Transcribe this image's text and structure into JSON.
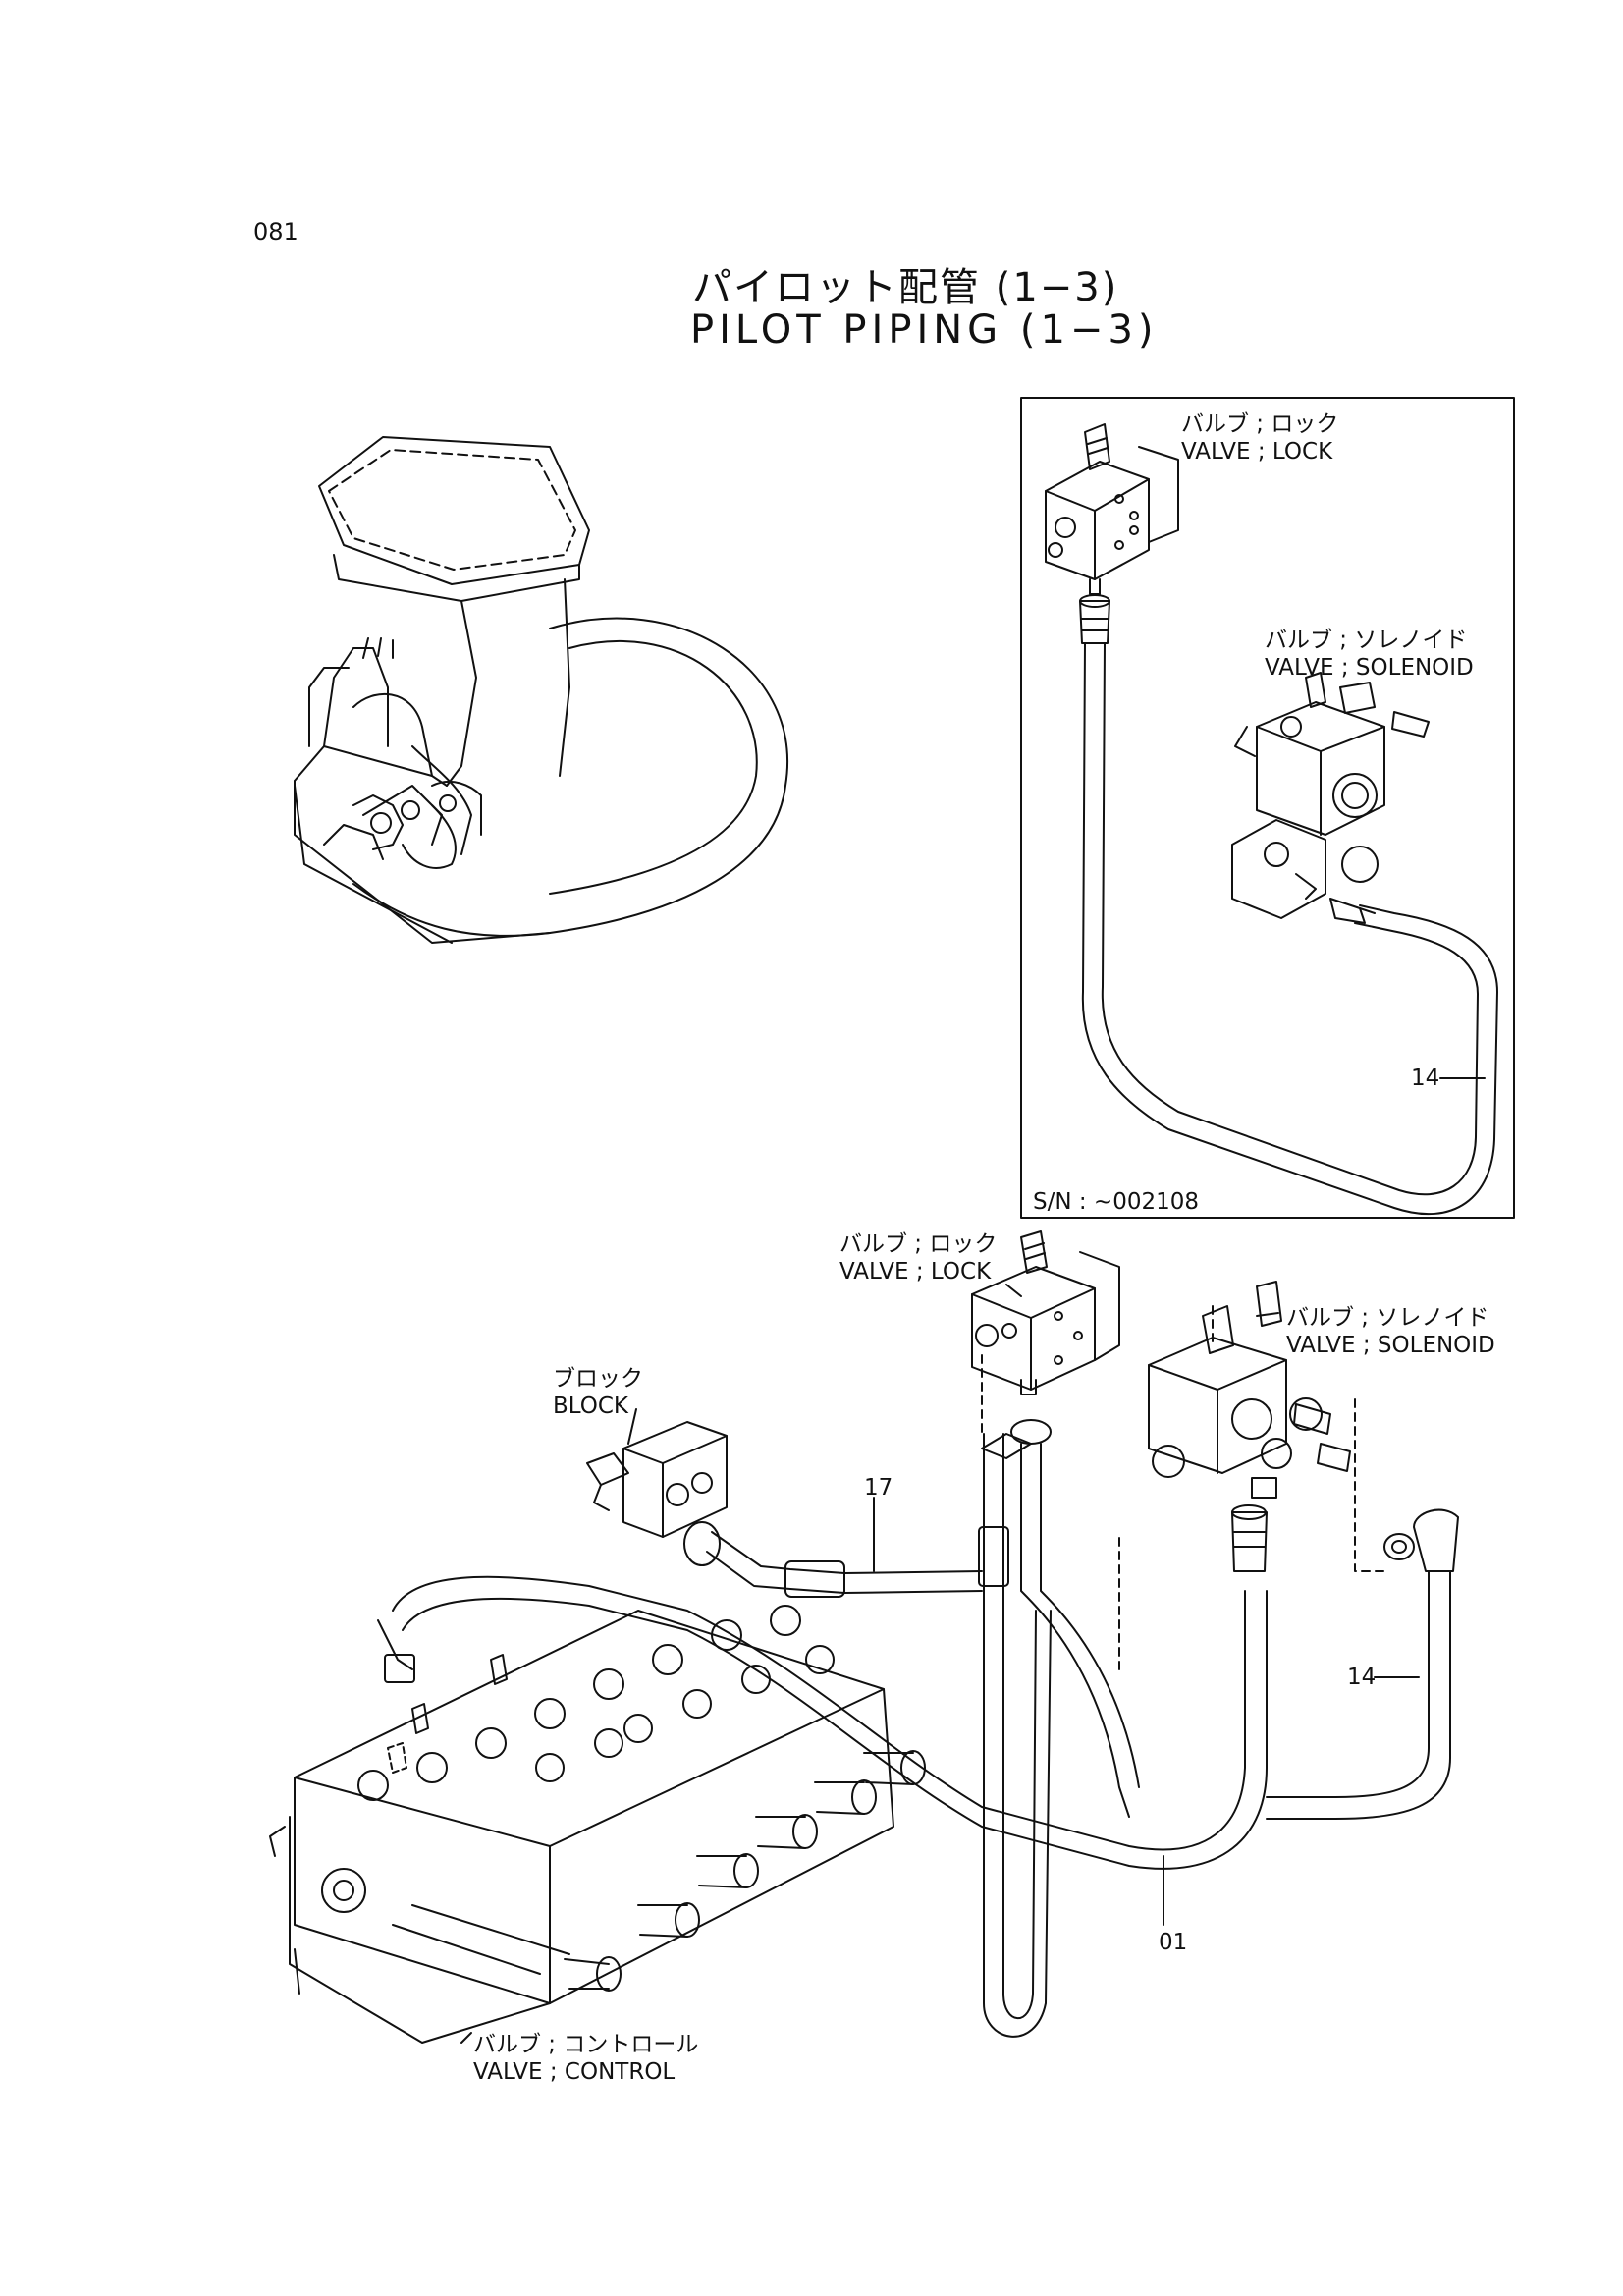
{
  "page_number": "081",
  "title": {
    "jp": "パイロット配管 (1−3)",
    "en": "PILOT PIPING (1−3)"
  },
  "inset": {
    "serial_note": "S/N : ~002108",
    "lock_valve": {
      "jp": "バルブ ; ロック",
      "en": "VALVE ; LOCK"
    },
    "solenoid_valve": {
      "jp": "バルブ ; ソレノイド",
      "en": "VALVE ; SOLENOID"
    },
    "callout_14": "14"
  },
  "main": {
    "lock_valve": {
      "jp": "バルブ ; ロック",
      "en": "VALVE ; LOCK"
    },
    "solenoid_valve": {
      "jp": "バルブ ; ソレノイド",
      "en": "VALVE ; SOLENOID"
    },
    "block": {
      "jp": "ブロック",
      "en": "BLOCK"
    },
    "control_valve": {
      "jp": "バルブ ; コントロール",
      "en": "VALVE ; CONTROL"
    },
    "callout_17": "17",
    "callout_14": "14",
    "callout_01": "01"
  }
}
